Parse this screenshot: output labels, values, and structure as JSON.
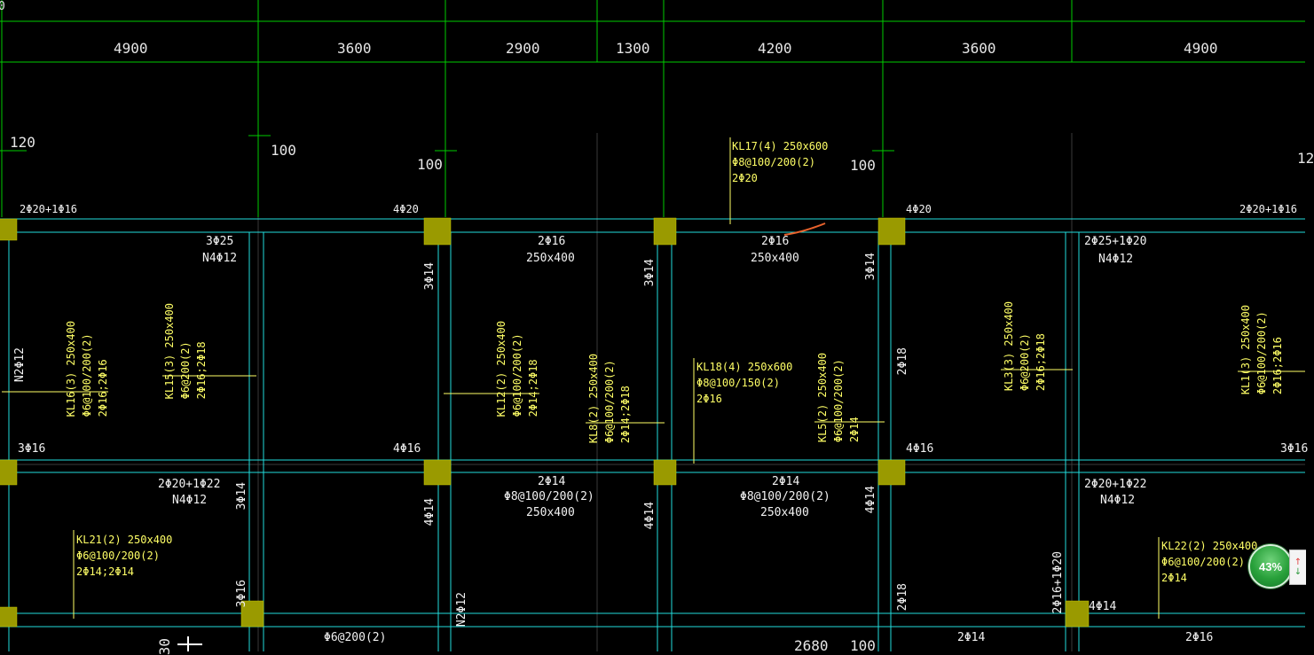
{
  "dimensions": {
    "d1": "4900",
    "d2": "3600",
    "d3": "2900",
    "d4": "1300",
    "d5": "4200",
    "d6": "3600",
    "d7": "4900",
    "corner": "0"
  },
  "offsets": {
    "o1": "120",
    "o2": "100",
    "o3": "100",
    "o4": "100",
    "o5": "12",
    "bottom1": "30",
    "bottom2": "2680",
    "bottom3": "100"
  },
  "beams": {
    "kl17": [
      "KL17(4) 250x600",
      "Φ8@100/200(2)",
      "2Φ20"
    ],
    "kl16": [
      "KL16(3) 250x400",
      "Φ6@100/200(2)",
      "2Φ16;2Φ16"
    ],
    "kl15": [
      "KL15(3) 250x400",
      "Φ6@200(2)",
      "2Φ16;2Φ18"
    ],
    "kl12": [
      "KL12(2) 250x400",
      "Φ6@100/200(2)",
      "2Φ14;2Φ18"
    ],
    "kl8": [
      "KL8(2) 250x400",
      "Φ6@100/200(2)",
      "2Φ14;2Φ18"
    ],
    "kl18": [
      "KL18(4) 250x600",
      "Φ8@100/150(2)",
      "2Φ16"
    ],
    "kl5": [
      "KL5(2) 250x400",
      "Φ6@100/200(2)",
      "2Φ14"
    ],
    "kl3": [
      "KL3(3) 250x400",
      "Φ6@200(2)",
      "2Φ16;2Φ18"
    ],
    "kl1": [
      "KL1(3) 250x400",
      "Φ6@100/200(2)",
      "2Φ16;2Φ16"
    ],
    "kl21": [
      "KL21(2) 250x400",
      "Φ6@100/200(2)",
      "2Φ14;2Φ14"
    ],
    "kl22": [
      "KL22(2) 250x400",
      "Φ6@100/200(2)",
      "2Φ14"
    ]
  },
  "rebar": {
    "r1": "2Φ20+1Φ16",
    "r2": "4Φ20",
    "r3": "4Φ20",
    "r4": "2Φ20+1Φ16",
    "r5": "3Φ25",
    "r6": "N4Φ12",
    "r7": "2Φ16",
    "r8": "250x400",
    "r9": "2Φ16",
    "r10": "250x400",
    "r11": "2Φ25+1Φ20",
    "r12": "N4Φ12",
    "r13": "3Φ14",
    "r14": "3Φ14",
    "r15": "3Φ14",
    "r16": "N2Φ12",
    "r17": "2Φ18",
    "r18": "3Φ16",
    "r19": "4Φ16",
    "r20": "4Φ16",
    "r21": "3Φ16",
    "r22": "2Φ14",
    "r23": "Φ8@100/200(2)",
    "r24": "250x400",
    "r25": "2Φ14",
    "r26": "Φ8@100/200(2)",
    "r27": "250x400",
    "r28": "2Φ20+1Φ22",
    "r29": "N4Φ12",
    "r30": "2Φ20+1Φ22",
    "r31": "N4Φ12",
    "r32": "3Φ14",
    "r33": "4Φ14",
    "r34": "4Φ14",
    "r35": "4Φ14",
    "r36": "3Φ16",
    "r37": "N2Φ12",
    "r38": "2Φ18",
    "r39": "2Φ16+1Φ20",
    "r40": "4Φ14",
    "r41": "Φ6@200(2)",
    "r42": "2Φ14",
    "r43": "2Φ16"
  },
  "overlay": {
    "percent": "43%",
    "up_icon": "up-arrow-icon",
    "down_icon": "down-arrow-icon"
  },
  "colors": {
    "grid": "#00cc00",
    "beam_edge": "#22dddd",
    "column": "#9a9a00",
    "label_text": "#ffff66",
    "dim_text": "#e6e6e6",
    "accent": "#e8622c"
  }
}
